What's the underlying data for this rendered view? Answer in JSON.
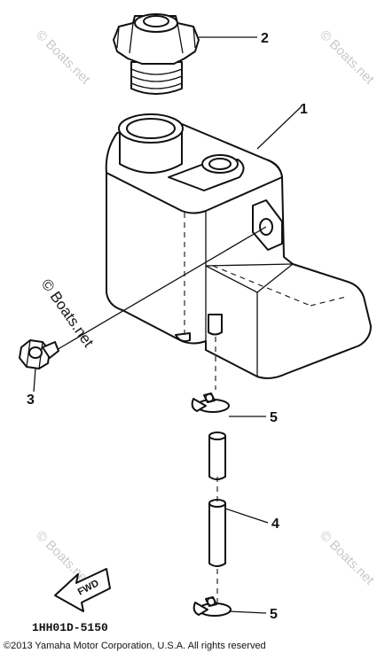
{
  "labels": {
    "tank": "1",
    "cap": "2",
    "bolt": "3",
    "hose": "4",
    "clip_upper": "5",
    "clip_lower": "5"
  },
  "watermark": {
    "main": "© Boats.net",
    "faint": "© Boats.net"
  },
  "fwd_arrow": "FWD",
  "diagram_code": "1HH01D-5150",
  "copyright": "©2013 Yamaha Motor Corporation, U.S.A. All rights reserved"
}
